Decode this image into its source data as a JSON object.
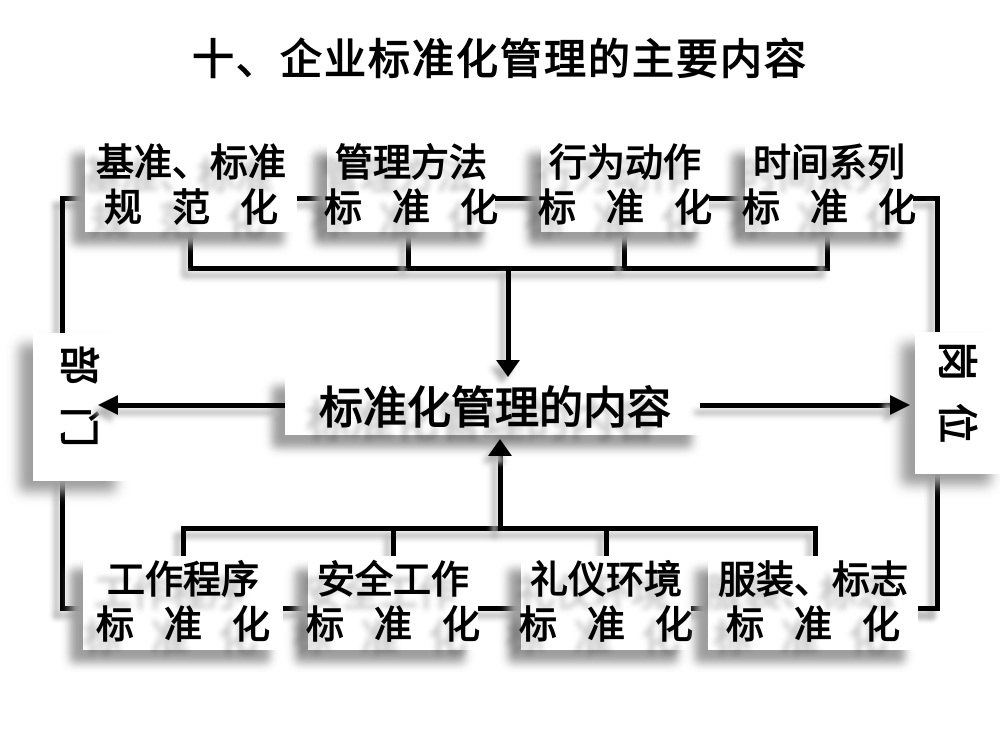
{
  "title": "十、企业标准化管理的主要内容",
  "center_box": {
    "label": "标准化管理的内容"
  },
  "left_label": {
    "text": "部门"
  },
  "right_label": {
    "text": "岗位"
  },
  "top_boxes": [
    {
      "line1": "基准、标准",
      "line2": "规 范 化"
    },
    {
      "line1": "管理方法",
      "line2": "标 准 化"
    },
    {
      "line1": "行为动作",
      "line2": "标 准 化"
    },
    {
      "line1": "时间系列",
      "line2": "标 准 化"
    }
  ],
  "bottom_boxes": [
    {
      "line1": "工作程序",
      "line2": "标 准 化"
    },
    {
      "line1": "安全工作",
      "line2": "标 准 化"
    },
    {
      "line1": "礼仪环境",
      "line2": "标 准 化"
    },
    {
      "line1": "服装、标志",
      "line2": "标 准 化"
    }
  ],
  "colors": {
    "background": "#ffffff",
    "text": "#000000",
    "line": "#000000",
    "box_background": "#ffffff",
    "shadow": "#9e9e9e"
  }
}
